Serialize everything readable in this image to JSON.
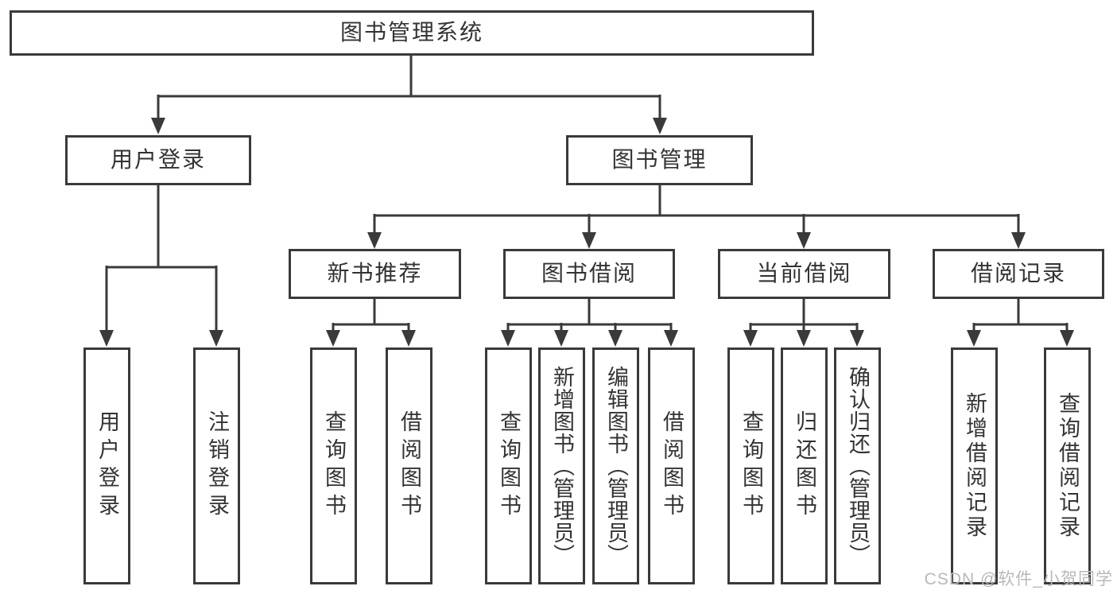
{
  "tree": {
    "label": "图书管理系统",
    "children": [
      {
        "label": "用户登录",
        "children": [
          {
            "label": "用户登录"
          },
          {
            "label": "注销登录"
          }
        ]
      },
      {
        "label": "图书管理",
        "children": [
          {
            "label": "新书推荐",
            "children": [
              {
                "label": "查询图书"
              },
              {
                "label": "借阅图书"
              }
            ]
          },
          {
            "label": "图书借阅",
            "children": [
              {
                "label": "查询图书"
              },
              {
                "label": "新增图书（管理员）"
              },
              {
                "label": "编辑图书（管理员）"
              },
              {
                "label": "借阅图书"
              }
            ]
          },
          {
            "label": "当前借阅",
            "children": [
              {
                "label": "查询图书"
              },
              {
                "label": "归还图书"
              },
              {
                "label": "确认归还（管理员）"
              }
            ]
          },
          {
            "label": "借阅记录",
            "children": [
              {
                "label": "新增借阅记录"
              },
              {
                "label": "查询借阅记录"
              }
            ]
          }
        ]
      }
    ]
  },
  "watermark": {
    "text": "CSDN @软件_小贺同学"
  },
  "colors": {
    "line": "#3a3a3a",
    "text": "#333333",
    "background": "#ffffff",
    "watermark": "#b8b8b8"
  }
}
